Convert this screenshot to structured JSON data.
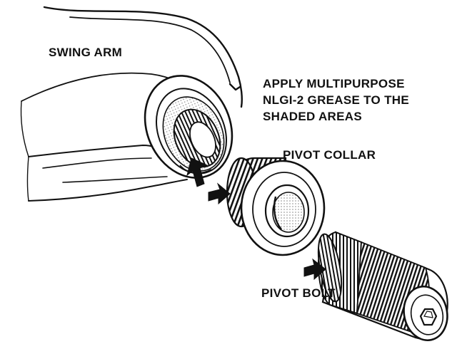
{
  "labels": {
    "swing_arm": "SWING ARM",
    "note_line1": "APPLY MULTIPURPOSE",
    "note_line2": "NLGI-2 GREASE TO THE",
    "note_line3": "SHADED AREAS",
    "pivot_collar": "PIVOT COLLAR",
    "pivot_bolt": "PIVOT BOLT"
  },
  "colors": {
    "ink": "#111111",
    "paper": "#ffffff"
  },
  "icons": [
    "arrow-icon",
    "hex-socket-icon"
  ]
}
